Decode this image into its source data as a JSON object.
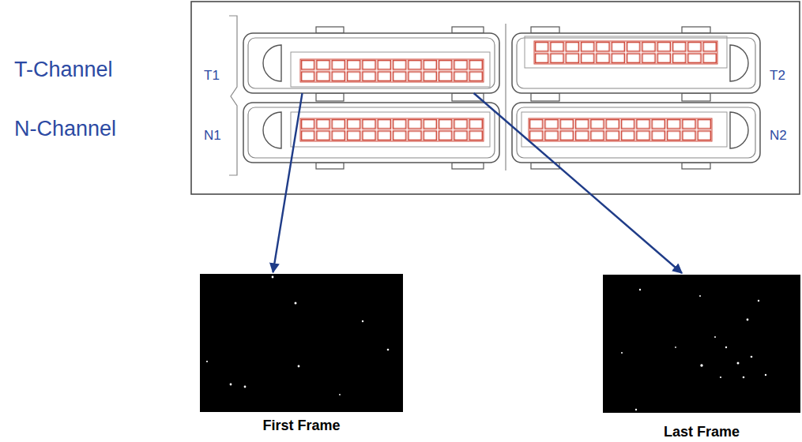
{
  "diagram": {
    "nodes": [
      {
        "text": [
          "T1"
        ]
      },
      {
        "text": [
          "T2"
        ]
      },
      {
        "text": [
          "N1"
        ]
      },
      {
        "text": [
          "N2"
        ]
      },
      {
        "text": [
          "First Frame"
        ]
      },
      {
        "text": [
          "Last Frame"
        ]
      }
    ],
    "edges": [
      {
        "from": 0,
        "to": 4,
        "arrow": "to"
      },
      {
        "from": 0,
        "to": 5,
        "arrow": "to"
      }
    ],
    "labels": [
      "T-Channel",
      "N-Channel"
    ]
  }
}
